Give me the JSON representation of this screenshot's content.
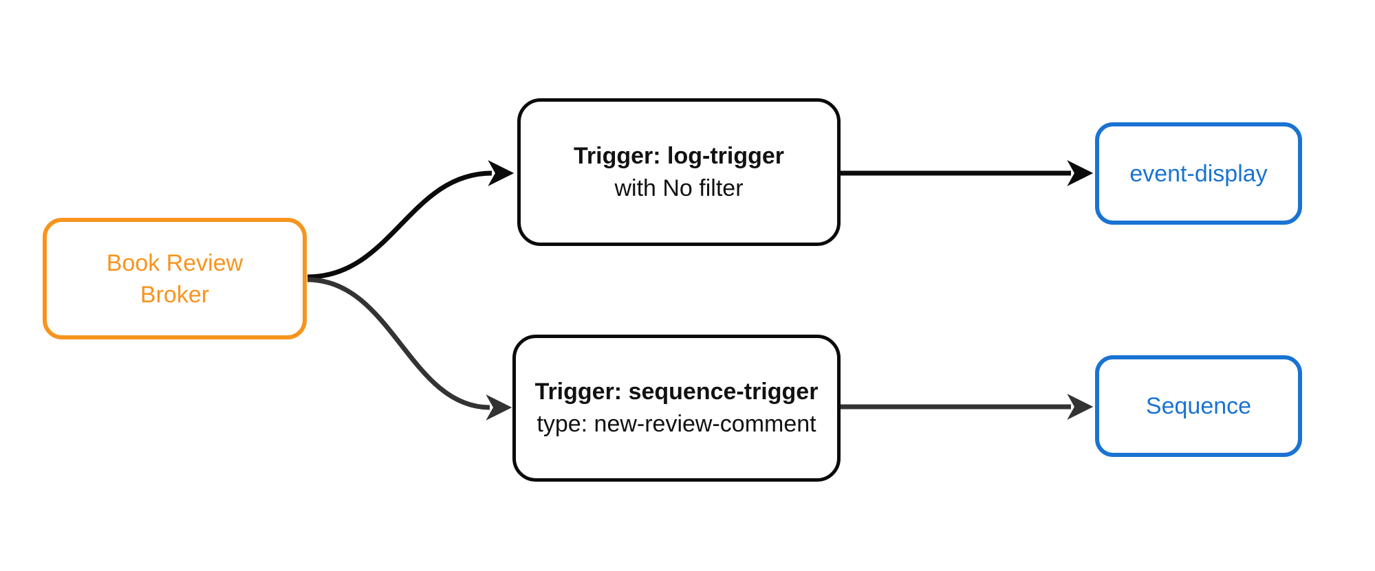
{
  "diagram": {
    "type": "flowchart",
    "direction": "left-to-right",
    "background": "#ffffff",
    "nodes": {
      "broker": {
        "lines": [
          "Book Review",
          "Broker"
        ],
        "border_color": "#F7941E",
        "text_color": "#F7941E",
        "fill": "#ffffff"
      },
      "log_trigger": {
        "title": "Trigger: log-trigger",
        "subtitle": "with No filter",
        "border_color": "#0b0b0b",
        "text_color": "#111111",
        "fill": "#ffffff"
      },
      "sequence_trigger": {
        "title": "Trigger: sequence-trigger",
        "subtitle": "type: new-review-comment",
        "border_color": "#0b0b0b",
        "text_color": "#111111",
        "fill": "#ffffff"
      },
      "event_display": {
        "label": "event-display",
        "border_color": "#1A73D2",
        "text_color": "#1A73D2",
        "fill": "#ffffff"
      },
      "sequence": {
        "label": "Sequence",
        "border_color": "#1A73D2",
        "text_color": "#1A73D2",
        "fill": "#ffffff"
      }
    },
    "edges": [
      {
        "from": "broker",
        "to": "log_trigger",
        "style": "curved",
        "color": "#0b0b0b"
      },
      {
        "from": "broker",
        "to": "sequence_trigger",
        "style": "curved",
        "color": "#333333"
      },
      {
        "from": "log_trigger",
        "to": "event_display",
        "style": "straight",
        "color": "#0b0b0b"
      },
      {
        "from": "sequence_trigger",
        "to": "sequence",
        "style": "straight",
        "color": "#333333"
      }
    ]
  }
}
